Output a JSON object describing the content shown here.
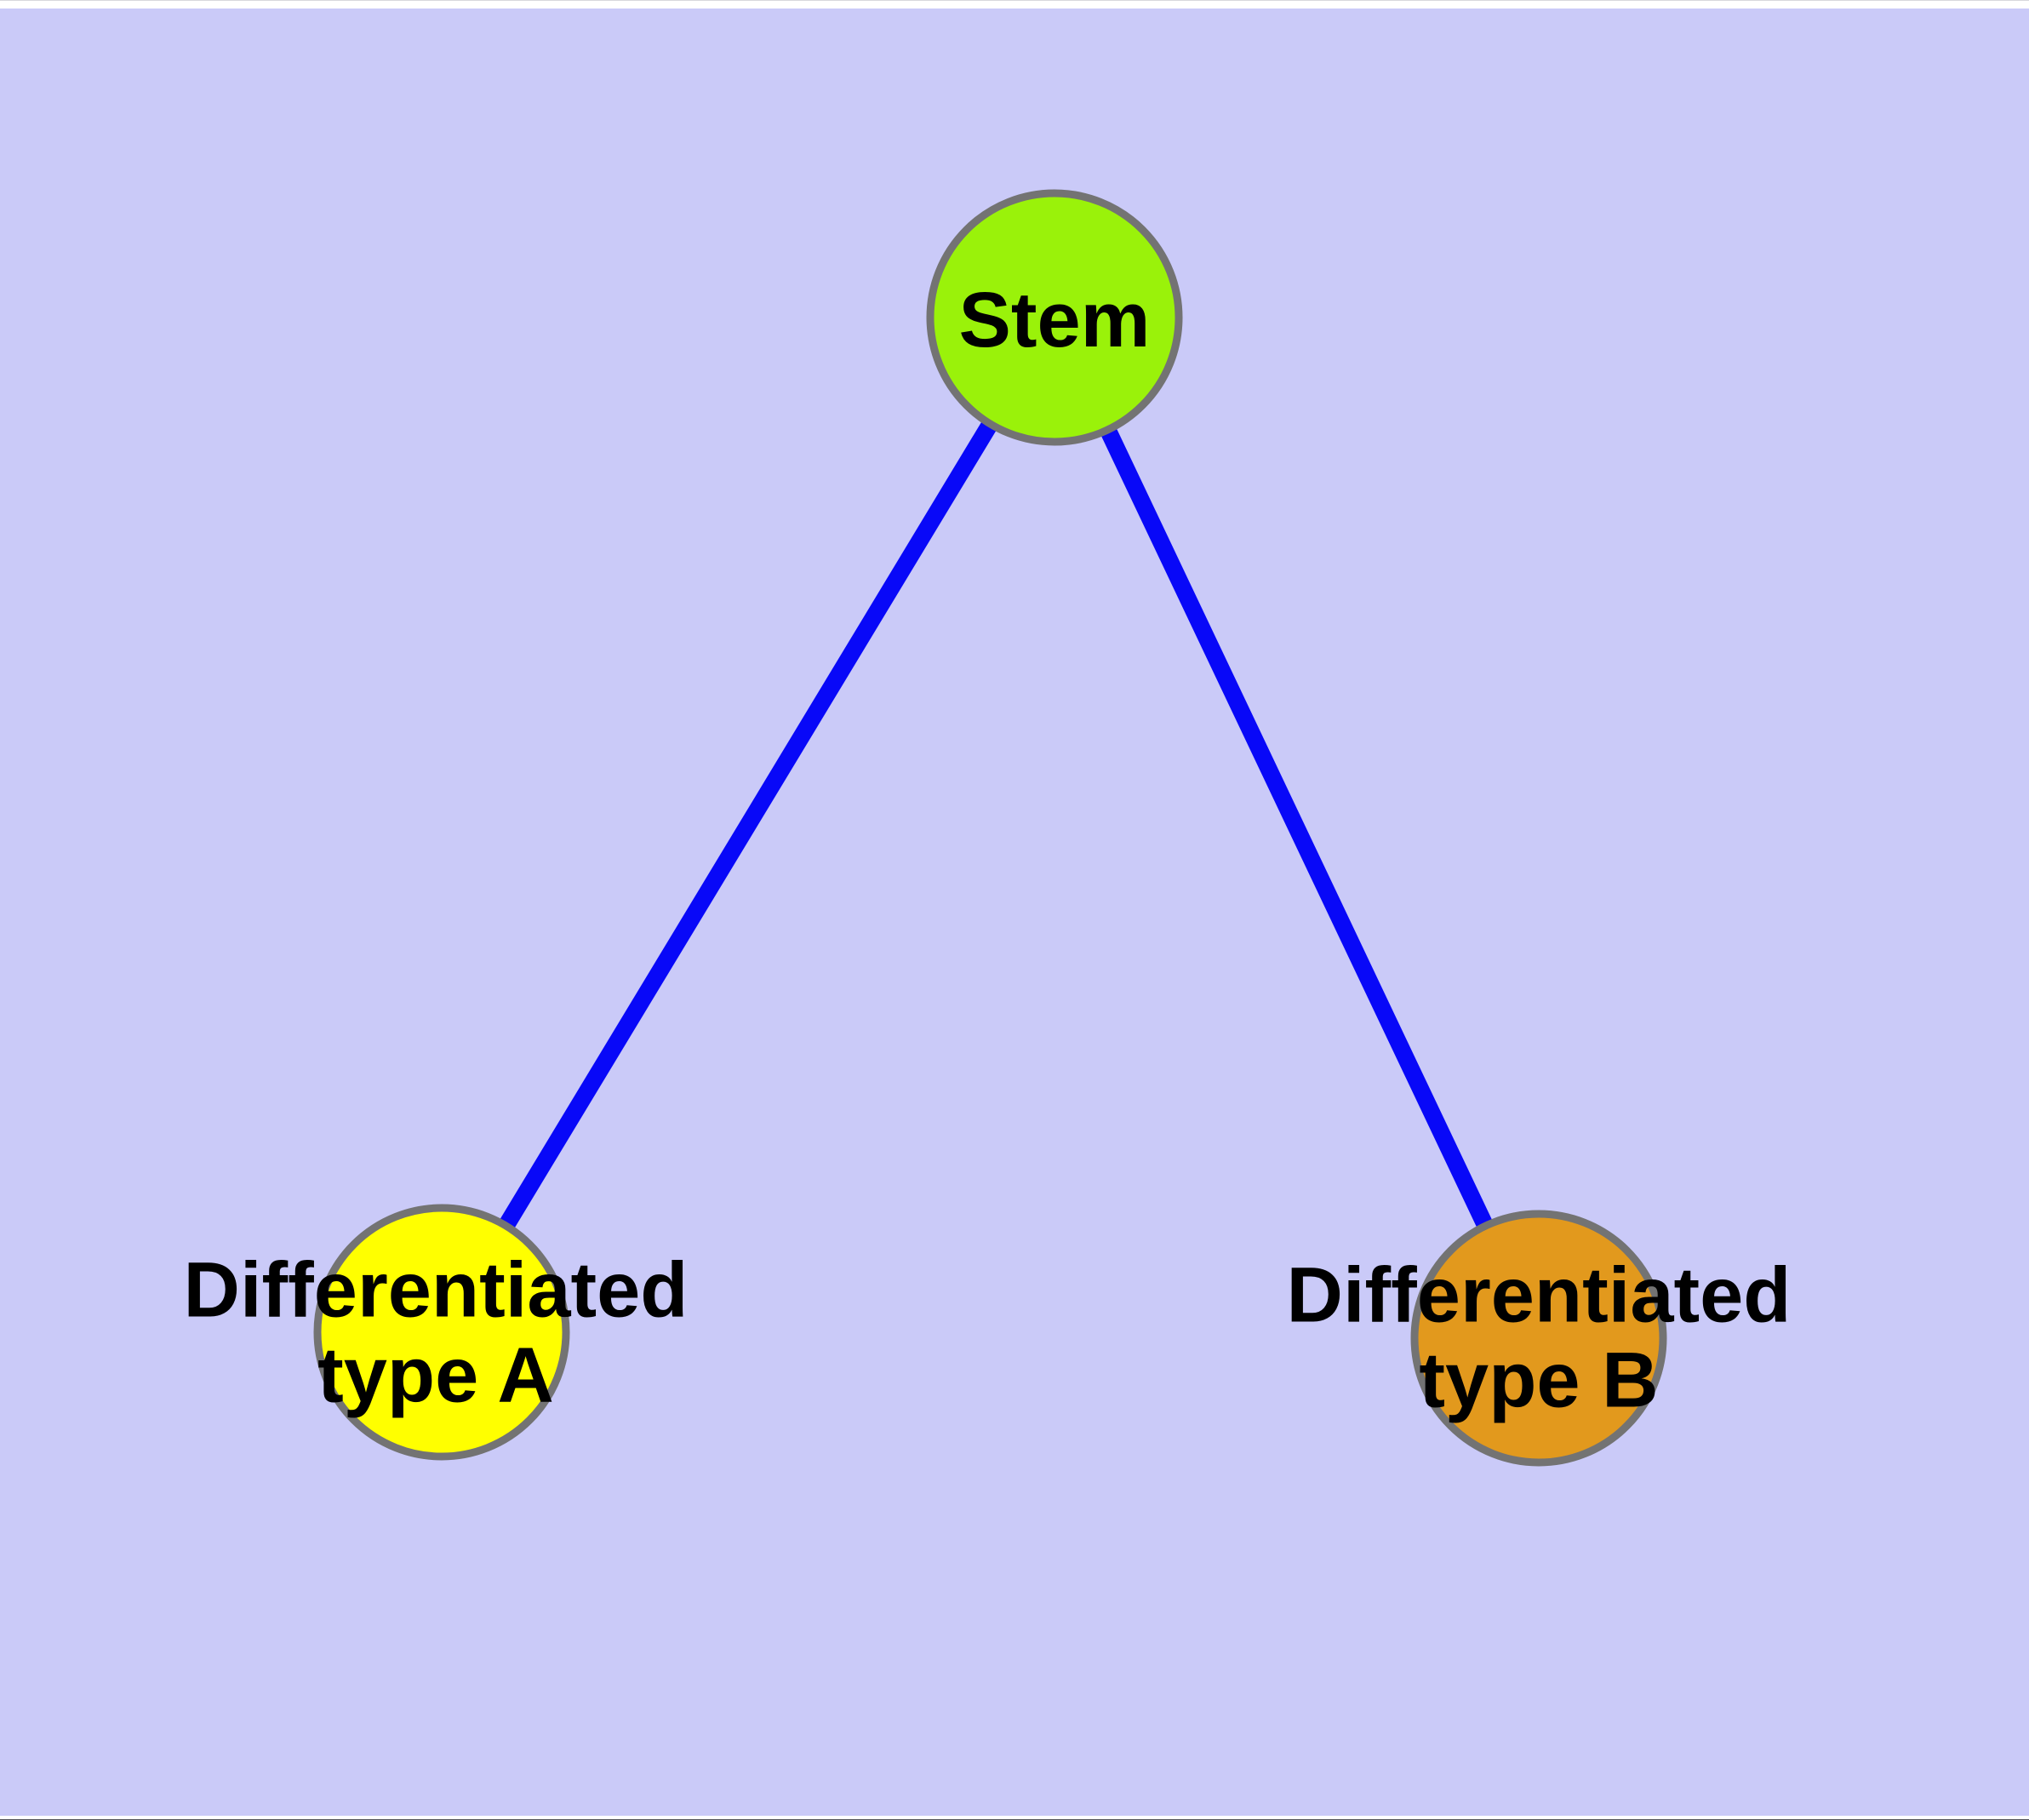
{
  "figure": {
    "type": "node-link-diagram",
    "title": "",
    "colors": {
      "background": "#CACAF8",
      "edge": "#0808F8",
      "node_border": "#737373",
      "label_text": "#000000",
      "top_strip": "#FFFFFF",
      "bottom_strip": "#FFFFFF"
    },
    "nodes": [
      {
        "id": "stem",
        "lines": [
          "Stem"
        ],
        "fill": "#9AF20A"
      },
      {
        "id": "type-a",
        "lines": [
          "Differentiated",
          "type A"
        ],
        "fill": "#FFFF00"
      },
      {
        "id": "type-b",
        "lines": [
          "Differentiated",
          "type B"
        ],
        "fill": "#E2991D"
      }
    ],
    "edges": [
      {
        "from": "stem",
        "to": "type-a"
      },
      {
        "from": "stem",
        "to": "type-b"
      }
    ]
  }
}
